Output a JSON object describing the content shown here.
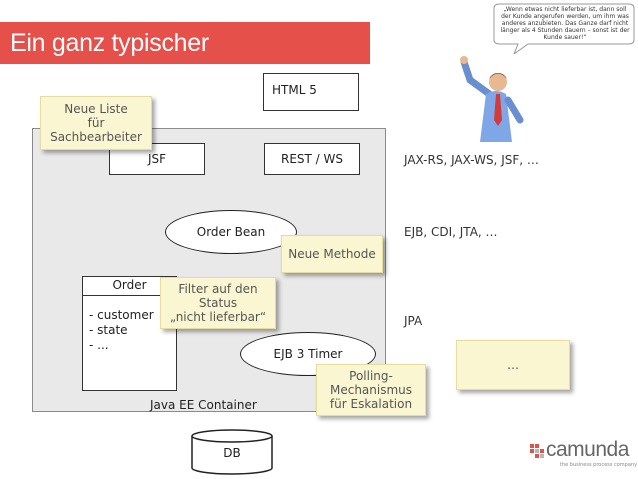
{
  "slide": {
    "title": "Ein ganz typischer Lösungsansatz"
  },
  "diagram": {
    "html5": "HTML 5",
    "jsf": "JSF",
    "rest_ws": "REST / WS",
    "order_bean": "Order Bean",
    "order_class": {
      "title": "Order",
      "attributes": [
        "- customer",
        "- state",
        "- ..."
      ]
    },
    "ejb_timer": "EJB 3 Timer",
    "container_label": "Java EE Container",
    "db": "DB",
    "tech_labels": {
      "ui": "JAX-RS, JAX-WS, JSF, …",
      "logic": "EJB, CDI, JTA, …",
      "persistence": "JPA"
    },
    "notes": {
      "neue_liste": "Neue Liste\nfür\nSachbearbeiter",
      "neue_methode": "Neue Methode",
      "filter": "Filter auf den\nStatus\n„nicht lieferbar“",
      "polling": "Polling-\nMechanismus\nfür Eskalation",
      "ellipsis": "…"
    },
    "speech_bubble": "„Wenn etwas nicht lieferbar ist, dann soll der Kunde angerufen werden, um ihm was anderes anzubieten. Das Ganze darf nicht länger als 4 Stunden dauern – sonst ist der Kunde sauer!“"
  },
  "brand": {
    "name": "camunda",
    "tagline": "the business process company",
    "accent_color": "#e5504a"
  }
}
